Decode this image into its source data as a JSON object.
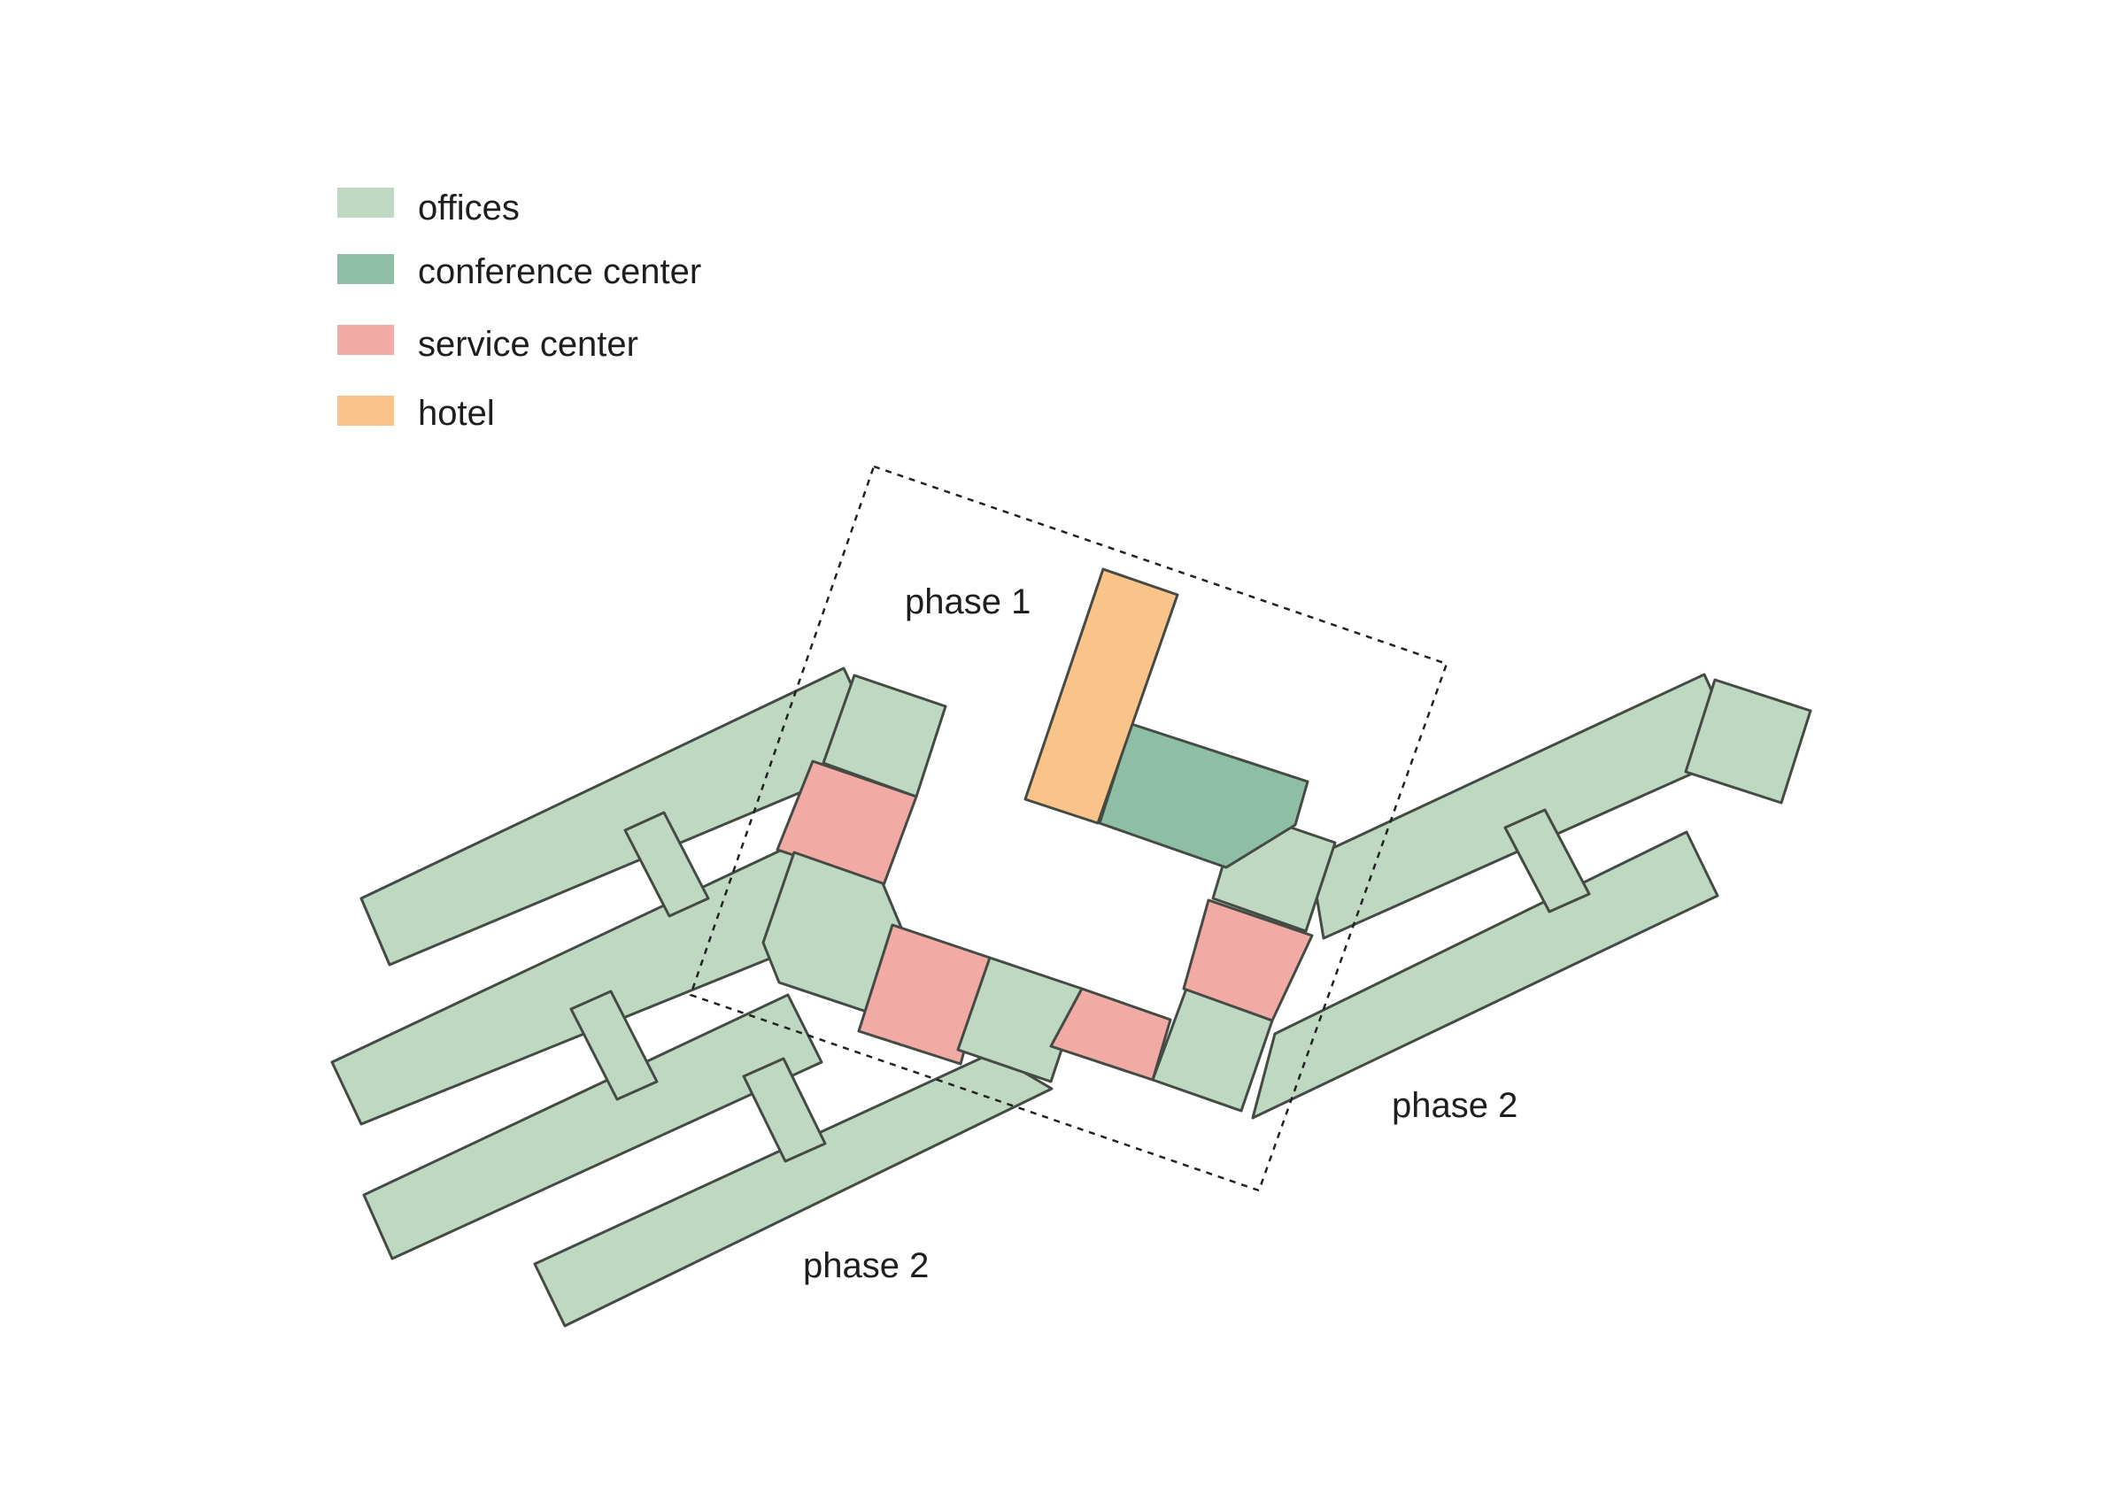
{
  "legend": {
    "items": [
      {
        "label": "offices",
        "color": "#bfd8c1"
      },
      {
        "label": "conference center",
        "color": "#8ebfa6"
      },
      {
        "label": "service center",
        "color": "#f2aaa4"
      },
      {
        "label": "hotel",
        "color": "#f9c38a"
      }
    ]
  },
  "labels": {
    "phase1": "phase 1",
    "phase2_right": "phase 2",
    "phase2_bottom": "phase 2"
  },
  "colors": {
    "offices": "#bfd8c1",
    "conference": "#8ebfa6",
    "service": "#f2aaa4",
    "hotel": "#f9c38a",
    "outline": "#444a44"
  }
}
